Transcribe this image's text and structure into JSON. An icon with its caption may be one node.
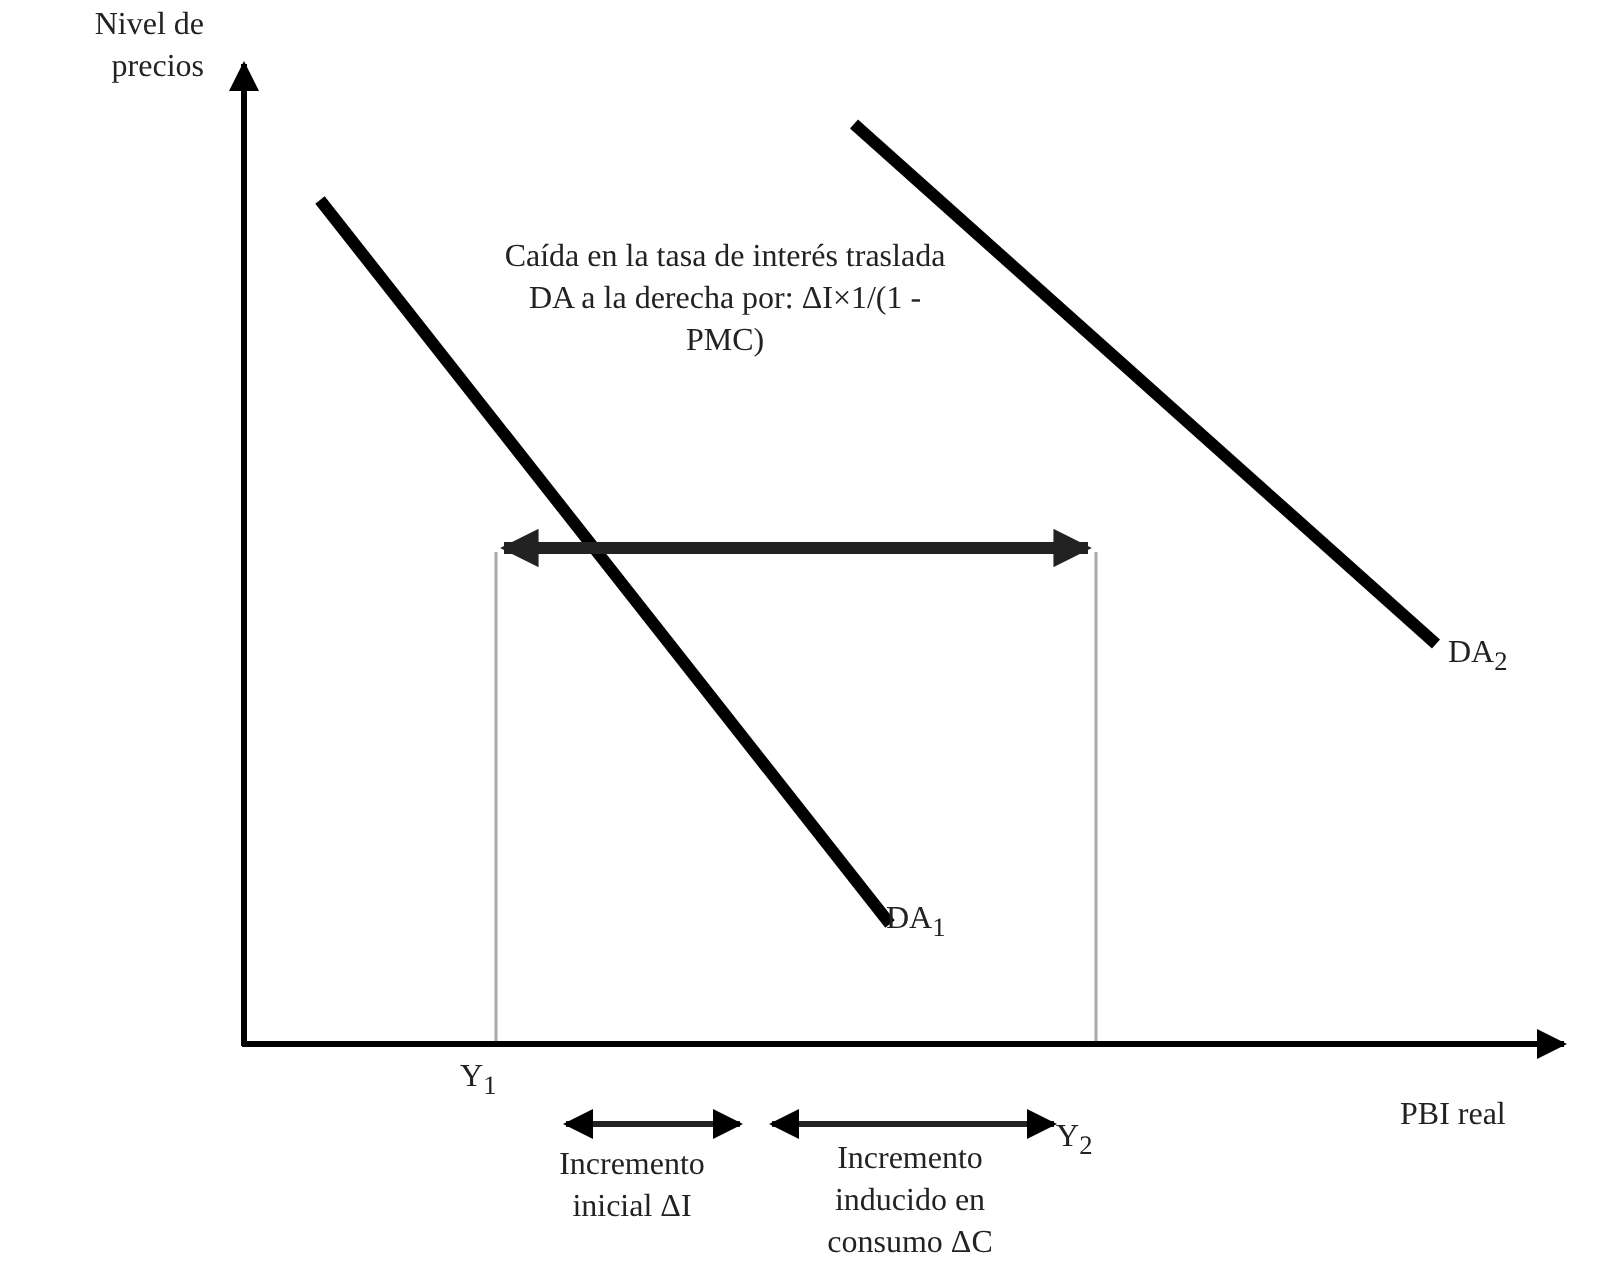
{
  "diagram": {
    "labels": [
      "Nivel de precios",
      "Caída en la tasa de interés traslada DA a la derecha por: ΔI×1/(1 -PMC)",
      "DA$_{2}$",
      "DA$_{1}$",
      "PBI real",
      "Y$_{1}$",
      "Y$_{2}$",
      "Incremento inicial ΔI",
      "Incremento inducido en consumo ΔC"
    ]
  }
}
